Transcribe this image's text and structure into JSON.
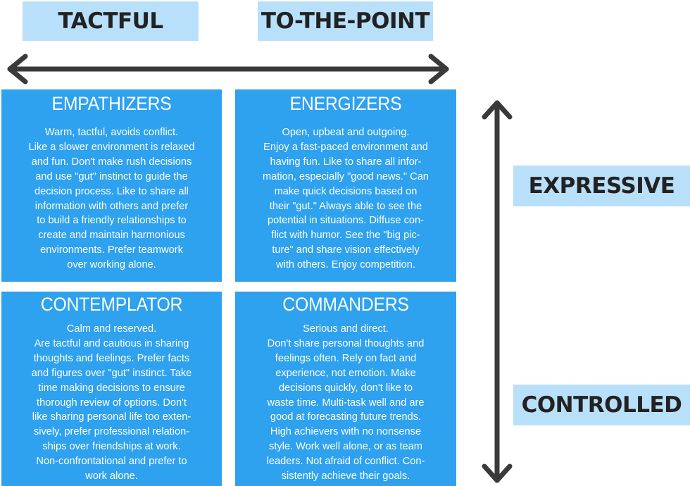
{
  "axis_labels": {
    "tactful": "TACTFUL",
    "to_the_point": "TO-THE-POINT",
    "expressive": "EXPRESSIVE",
    "controlled": "CONTROLLED"
  },
  "quadrants": {
    "empathizers": {
      "title": "EMPATHIZERS",
      "text": "Warm, tactful, avoids conflict.\nLike a slower environment is relaxed\nand fun. Don't make rush decisions\nand use \"gut\" instinct to guide the\ndecision process. Like to share all\ninformation with others and prefer\nto build a friendly relationships to\ncreate and maintain harmonious\nenvironments. Prefer teamwork\nover working alone."
    },
    "energizers": {
      "title": "ENERGIZERS",
      "text": "Open, upbeat and outgoing.\nEnjoy a fast-paced environment and\nhaving fun. Like to share all infor-\nmation, especially \"good news.\" Can\nmake quick decisions based on\ntheir \"gut.\" Always able to see the\npotential in situations. Diffuse con-\nflict with humor. See the \"big pic-\nture\" and share vision effectively\nwith others. Enjoy competition."
    },
    "contemplator": {
      "title": "CONTEMPLATOR",
      "text": "Calm and reserved.\nAre tactful and cautious in sharing\nthoughts and feelings. Prefer facts\nand figures over \"gut\" instinct. Take\ntime making decisions to ensure\nthorough review of options. Don't\nlike sharing personal life too exten-\nsively, prefer professional relation-\nships over friendships at work.\nNon-confrontational and prefer to\nwork alone."
    },
    "commanders": {
      "title": "COMMANDERS",
      "text": "Serious and direct.\nDon't share personal thoughts and\nfeelings often. Rely on fact and\nexperience, not emotion. Make\ndecisions quickly, don't like to\nwaste time. Multi-task well and are\ngood at forecasting future trends.\nHigh achievers with no  nonsense\nstyle. Work well alone, or as team\nleaders. Not afraid of conflict. Con-\nsistently achieve their goals."
    }
  },
  "colors": {
    "quadrant_fill": "#2ea1ef",
    "label_fill": "#b9e0fb",
    "arrow": "#3a3a3a"
  }
}
